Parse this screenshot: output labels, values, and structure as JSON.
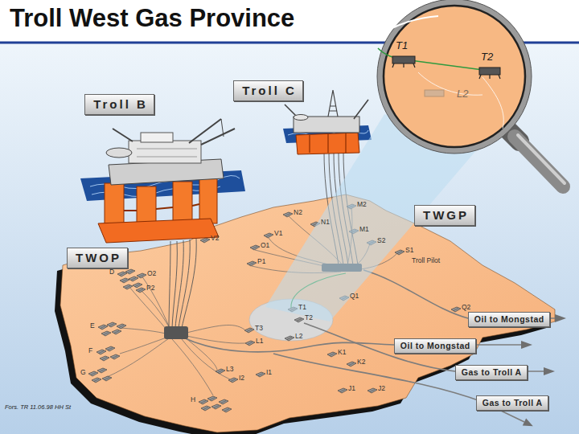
{
  "diagram": {
    "title": "Troll West Gas Province",
    "nodes": [
      {
        "text": [
          "Troll B"
        ]
      },
      {
        "text": [
          "Troll C"
        ]
      },
      {
        "text": [
          "TWGP"
        ]
      },
      {
        "text": [
          "TWOP"
        ]
      },
      {
        "text": [
          "Oil to Mongstad"
        ]
      },
      {
        "text": [
          "Oil to Mongstad"
        ]
      },
      {
        "text": [
          "Gas to Troll A"
        ]
      },
      {
        "text": [
          "Gas to Troll A"
        ]
      }
    ],
    "labels": [
      "D",
      "O2",
      "P2",
      "V2",
      "O1",
      "V1",
      "N2",
      "N1",
      "M2",
      "M1",
      "S2",
      "S1",
      "Troll Pilot",
      "P1",
      "Q1",
      "T1",
      "T2",
      "T3",
      "L1",
      "L2",
      "Q2",
      "E",
      "F",
      "G",
      "K1",
      "K2",
      "L3",
      "I2",
      "I1",
      "J2",
      "J1",
      "H",
      "T1",
      "T2",
      "L2",
      "Fors. TR 11.06.98 HH St"
    ]
  }
}
